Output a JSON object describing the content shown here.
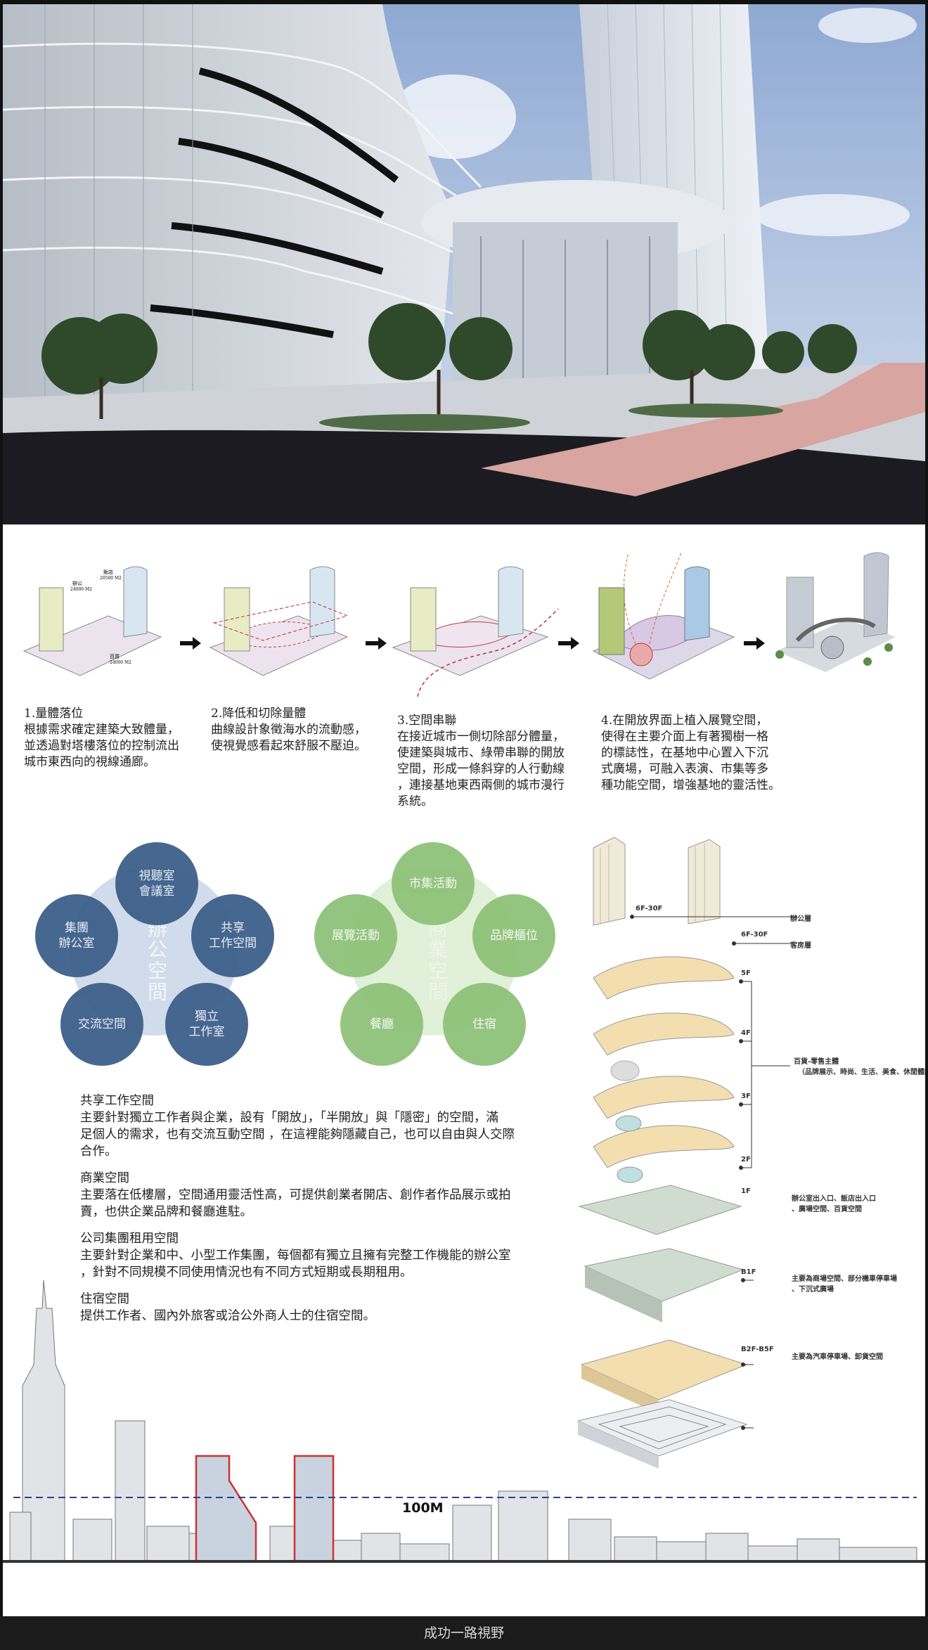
{
  "steps": [
    {
      "title": "1.量體落位",
      "lines": [
        "根據需求確定建築大致體量，",
        "並透過對塔樓落位的控制流出",
        "城市東西向的視線通廊。"
      ]
    },
    {
      "title": "2.降低和切除量體",
      "lines": [
        "曲線設計象徵海水的流動感，",
        "使視覺感看起來舒服不壓迫。"
      ]
    },
    {
      "title": "3.空間串聯",
      "lines": [
        "在接近城市一側切除部分體量，",
        "使建築與城市、綠帶串聯的開放",
        "空間，形成一條斜穿的人行動線",
        "，連接基地東西兩側的城市漫行",
        "系統。"
      ]
    },
    {
      "title": "4.在開放界面上植入展覽空間，",
      "lines": [
        "使得在主要介面上有著獨樹一格",
        "的標誌性，在基地中心置入下沉",
        "式廣場，可融入表演、市集等多",
        "種功能空間，增強基地的靈活性。"
      ]
    }
  ],
  "massing_labels": {
    "hotel": "飯店",
    "hotel_area": "20500 M2",
    "office": "辦公",
    "office_area": "24000 M2",
    "dept": "百貨",
    "dept_area": "24000 M2"
  },
  "office_diagram": {
    "center": "辦公空間",
    "items": [
      "視聽室\n會議室",
      "共享\n工作空間",
      "獨立\n工作室",
      "交流空間",
      "集團\n辦公室"
    ]
  },
  "commerce_diagram": {
    "center": "商業空間",
    "items": [
      "市集活動",
      "品牌櫃位",
      "住宿",
      "餐廳",
      "展覽活動"
    ]
  },
  "descriptions": [
    {
      "title": "共享工作空間",
      "lines": [
        "主要針對獨立工作者與企業，設有「開放」，「半開放」與「隱密」的空間，滿",
        "足個人的需求，也有交流互動空間 ，在這裡能夠隱藏自己，也可以自由與人交際",
        "合作。"
      ]
    },
    {
      "title": "商業空間",
      "lines": [
        "主要落在低樓層，空間通用靈活性高，可提供創業者開店、創作者作品展示或拍",
        "賣，也供企業品牌和餐廳進駐。"
      ]
    },
    {
      "title": "公司集團租用空間",
      "lines": [
        "主要針對企業和中、小型工作集團，每個都有獨立且擁有完整工作機能的辦公室",
        "，針對不同規模不同使用情況也有不同方式短期或長期租用。"
      ]
    },
    {
      "title": "住宿空間",
      "lines": [
        "提供工作者、國內外旅客或洽公外商人士的住宿空間。"
      ]
    }
  ],
  "floors": {
    "tower_a": "6F-30F",
    "tower_b": "6F-30F",
    "office_note": "辦公層",
    "guest_note": "客房層",
    "f5": "5F",
    "f4": "4F",
    "f3": "3F",
    "f2": "2F",
    "f1": "1F",
    "b1": "B1F",
    "b2": "B2F-B5F",
    "retail_title": "百貨-零售主體",
    "retail_sub": "（品牌展示、時尚、生活、美食、休閒體驗）",
    "f1_note_1": "辦公室出入口、飯店出入口",
    "f1_note_2": "、廣場空間、百貨空間",
    "b1_note_1": "主要為商場空間、部分機車停車場",
    "b1_note_2": "、下沉式廣場",
    "b2_note": "主要為汽車停車場、卸貨空間"
  },
  "skyline": {
    "height_label": "100M"
  },
  "caption": "成功一路視野",
  "colors": {
    "office_blue": "#3d5f8a",
    "commerce_green": "#8fc27a",
    "red_outline": "#d03030",
    "dash_blue": "#2a3fa0"
  }
}
